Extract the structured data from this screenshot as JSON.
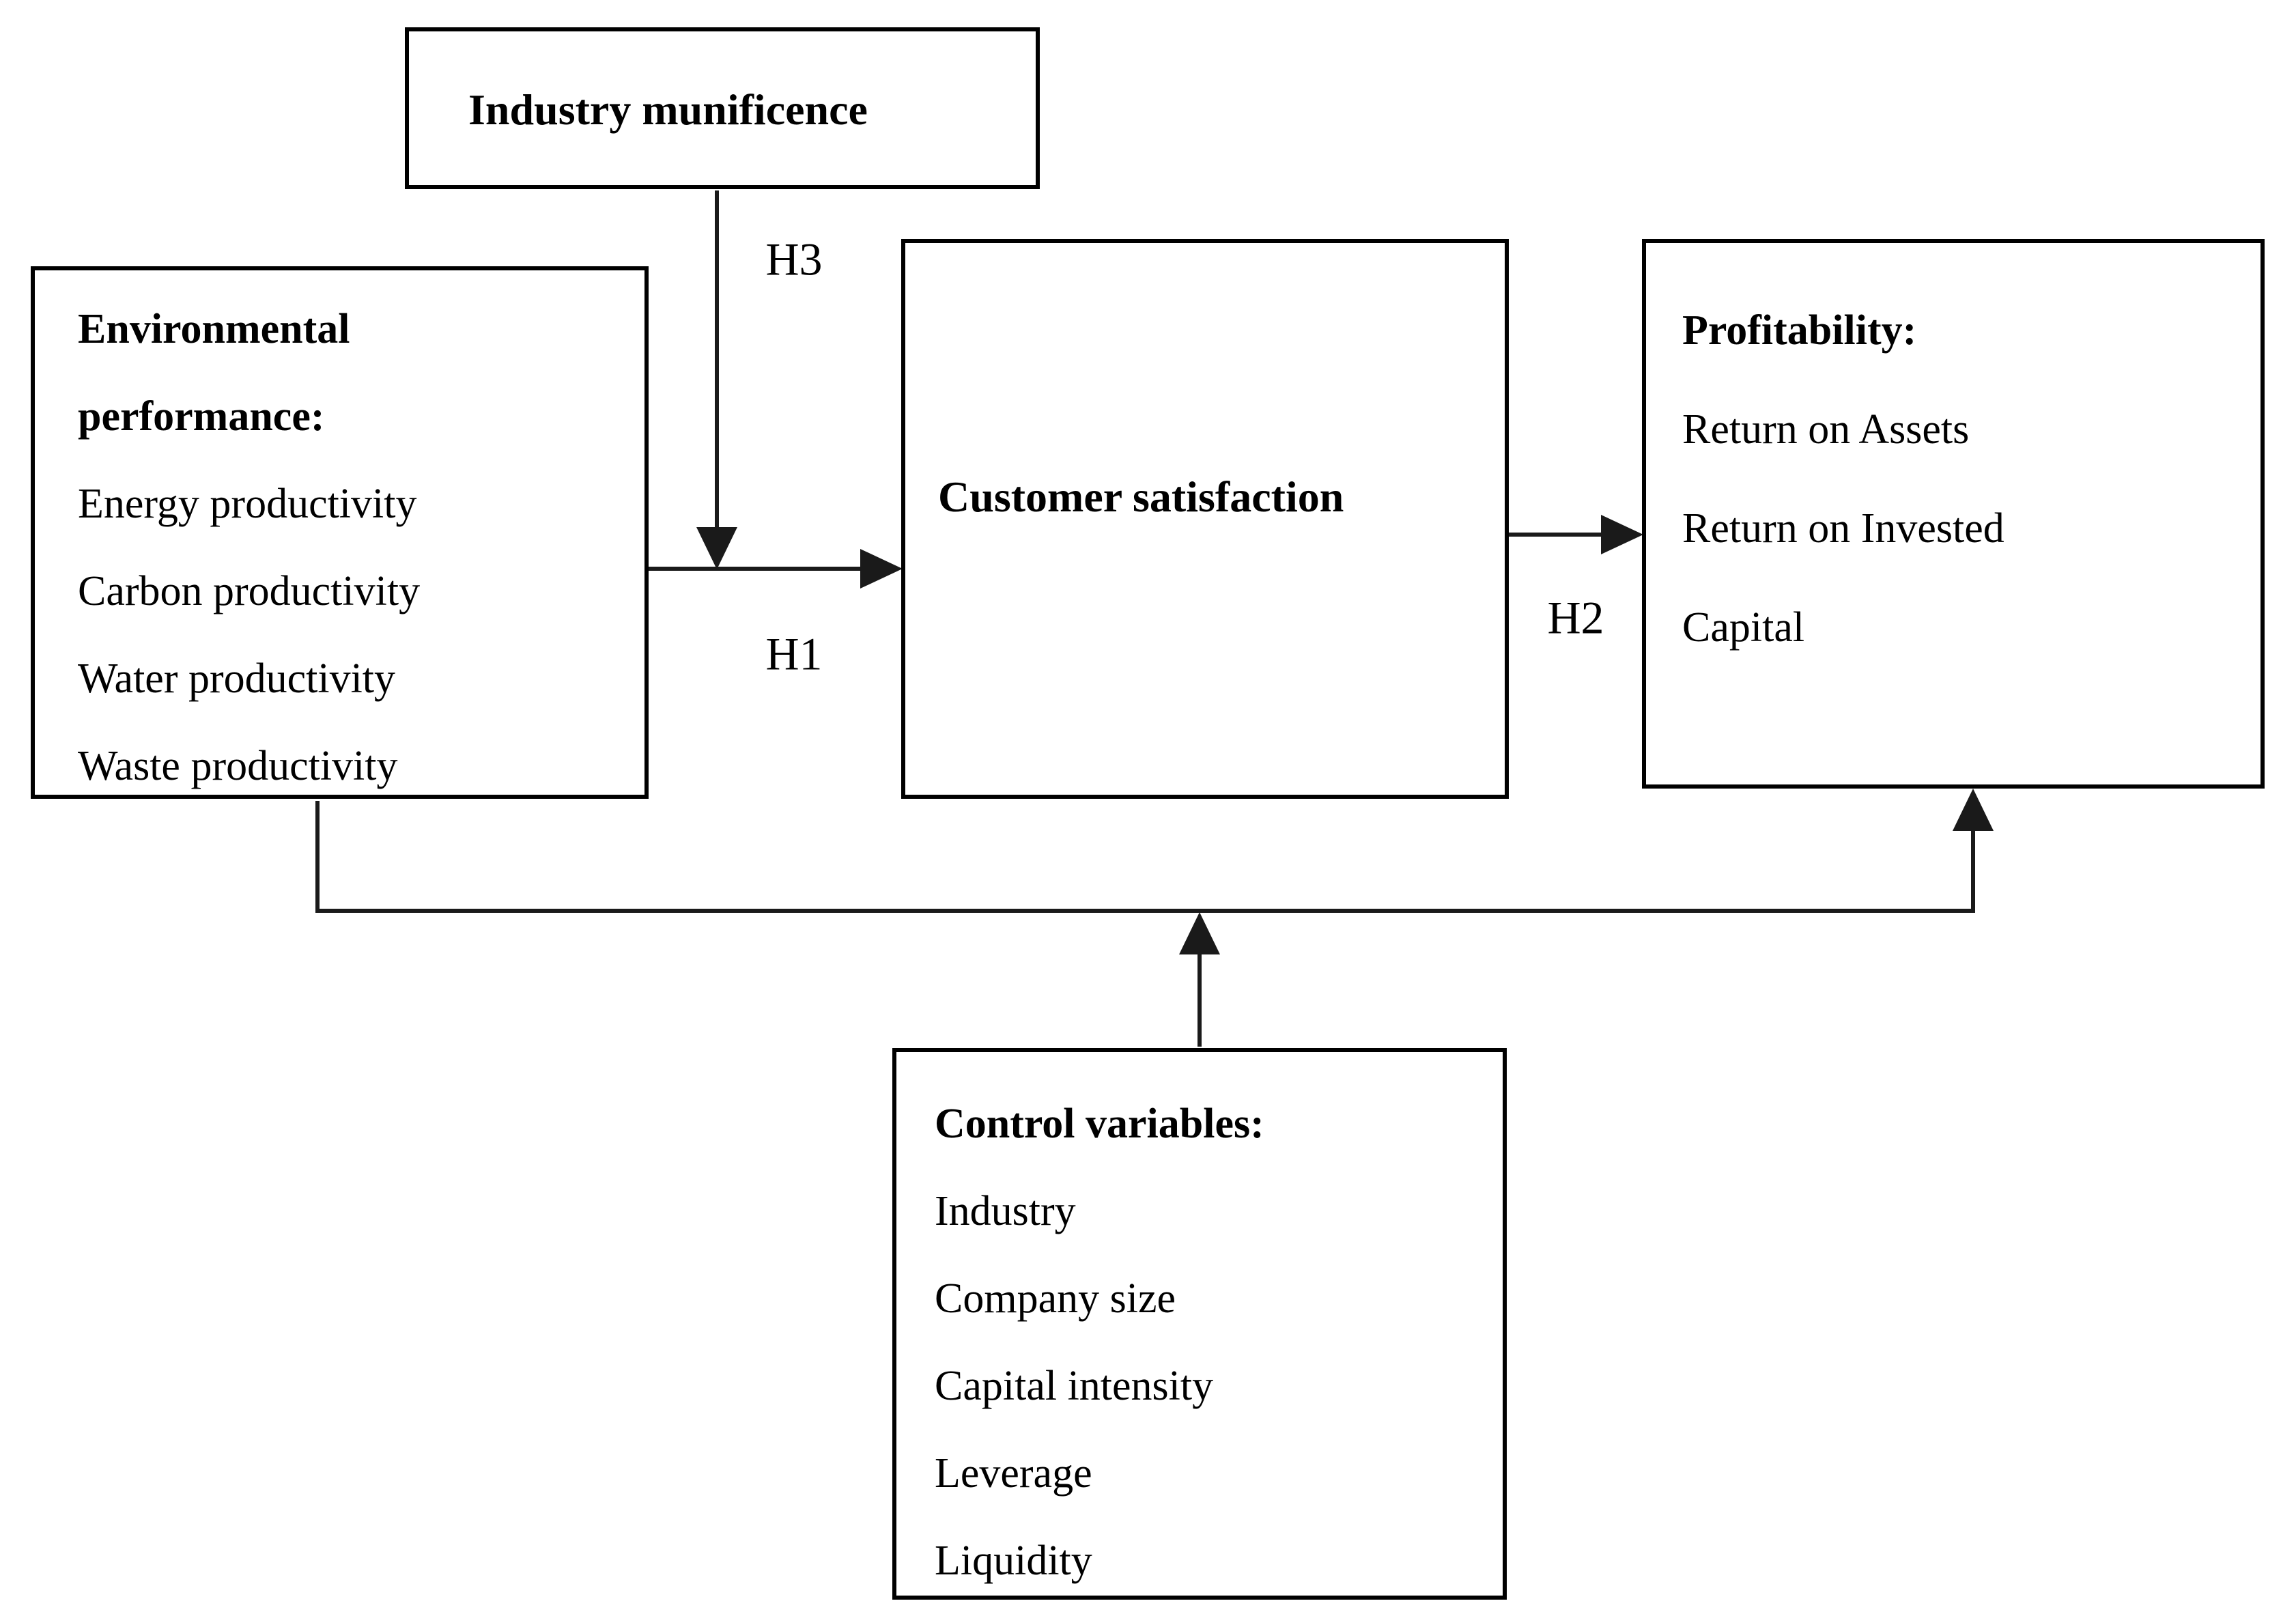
{
  "diagram": {
    "background_color": "#ffffff",
    "line_color": "#1a1a1a",
    "boxes": {
      "industry_munificence": {
        "title": "Industry munificence"
      },
      "environmental_performance": {
        "title_line1": "Environmental",
        "title_line2": "performance:",
        "items": [
          "Energy productivity",
          "Carbon productivity",
          "Water productivity",
          "Waste productivity"
        ]
      },
      "customer_satisfaction": {
        "title": "Customer satisfaction"
      },
      "profitability": {
        "title": "Profitability:",
        "items": [
          "Return on Assets",
          "Return on Invested",
          "Capital"
        ]
      },
      "control_variables": {
        "title": "Control variables:",
        "items": [
          "Industry",
          "Company size",
          "Capital intensity",
          "Leverage",
          "Liquidity"
        ]
      }
    },
    "hypothesis_labels": {
      "h1": "H1",
      "h2": "H2",
      "h3": "H3"
    }
  }
}
